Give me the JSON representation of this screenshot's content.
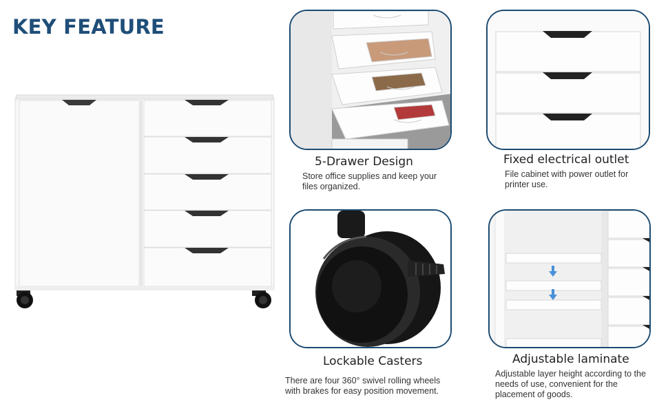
{
  "heading": "KEY FEATURE",
  "colors": {
    "heading": "#1f4e79",
    "panel_border": "#1c4a70",
    "arrow": "#4a90d9"
  },
  "features": [
    {
      "title": "5-Drawer Design",
      "description": "Store office supplies and keep your files organized.",
      "icon": "drawers-photo"
    },
    {
      "title": "Fixed electrical outlet",
      "description": "File cabinet with power outlet for printer use.",
      "icon": "drawer-fronts-photo"
    },
    {
      "title": "Lockable Casters",
      "description": "There are four 360° swivel rolling wheels with brakes for easy position movement.",
      "icon": "caster-wheel-photo"
    },
    {
      "title": "Adjustable laminate",
      "description": "Adjustable layer height according to the needs of use, convenient for the placement of goods.",
      "icon": "shelf-photo"
    }
  ]
}
